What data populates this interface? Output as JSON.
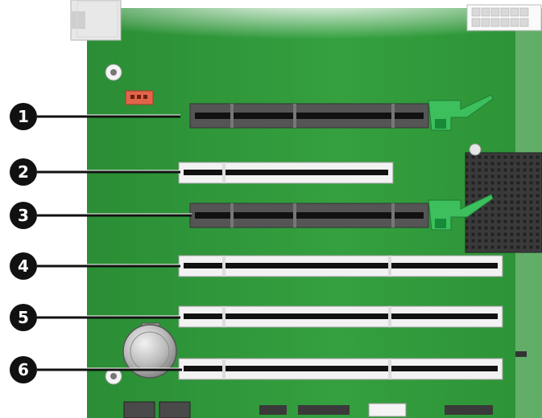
{
  "callouts": [
    {
      "number": "1",
      "slot_type": "pcie-x16"
    },
    {
      "number": "2",
      "slot_type": "pci-short"
    },
    {
      "number": "3",
      "slot_type": "pcie-x16"
    },
    {
      "number": "4",
      "slot_type": "pci-long"
    },
    {
      "number": "5",
      "slot_type": "pci-long"
    },
    {
      "number": "6",
      "slot_type": "pci-long"
    }
  ],
  "colors": {
    "board": "#2f9a3a",
    "board_dark": "#217a2a",
    "slot_black": "#555555",
    "slot_white": "#f2f2f2",
    "retention_clip": "#3cbf5c",
    "fan_header": "#e0654a",
    "callout_bg": "#111111"
  },
  "icons": [
    "screw-hole-icon",
    "battery-icon",
    "fan-header-icon",
    "power-connector-icon",
    "heatsink-icon",
    "io-port-icon"
  ]
}
